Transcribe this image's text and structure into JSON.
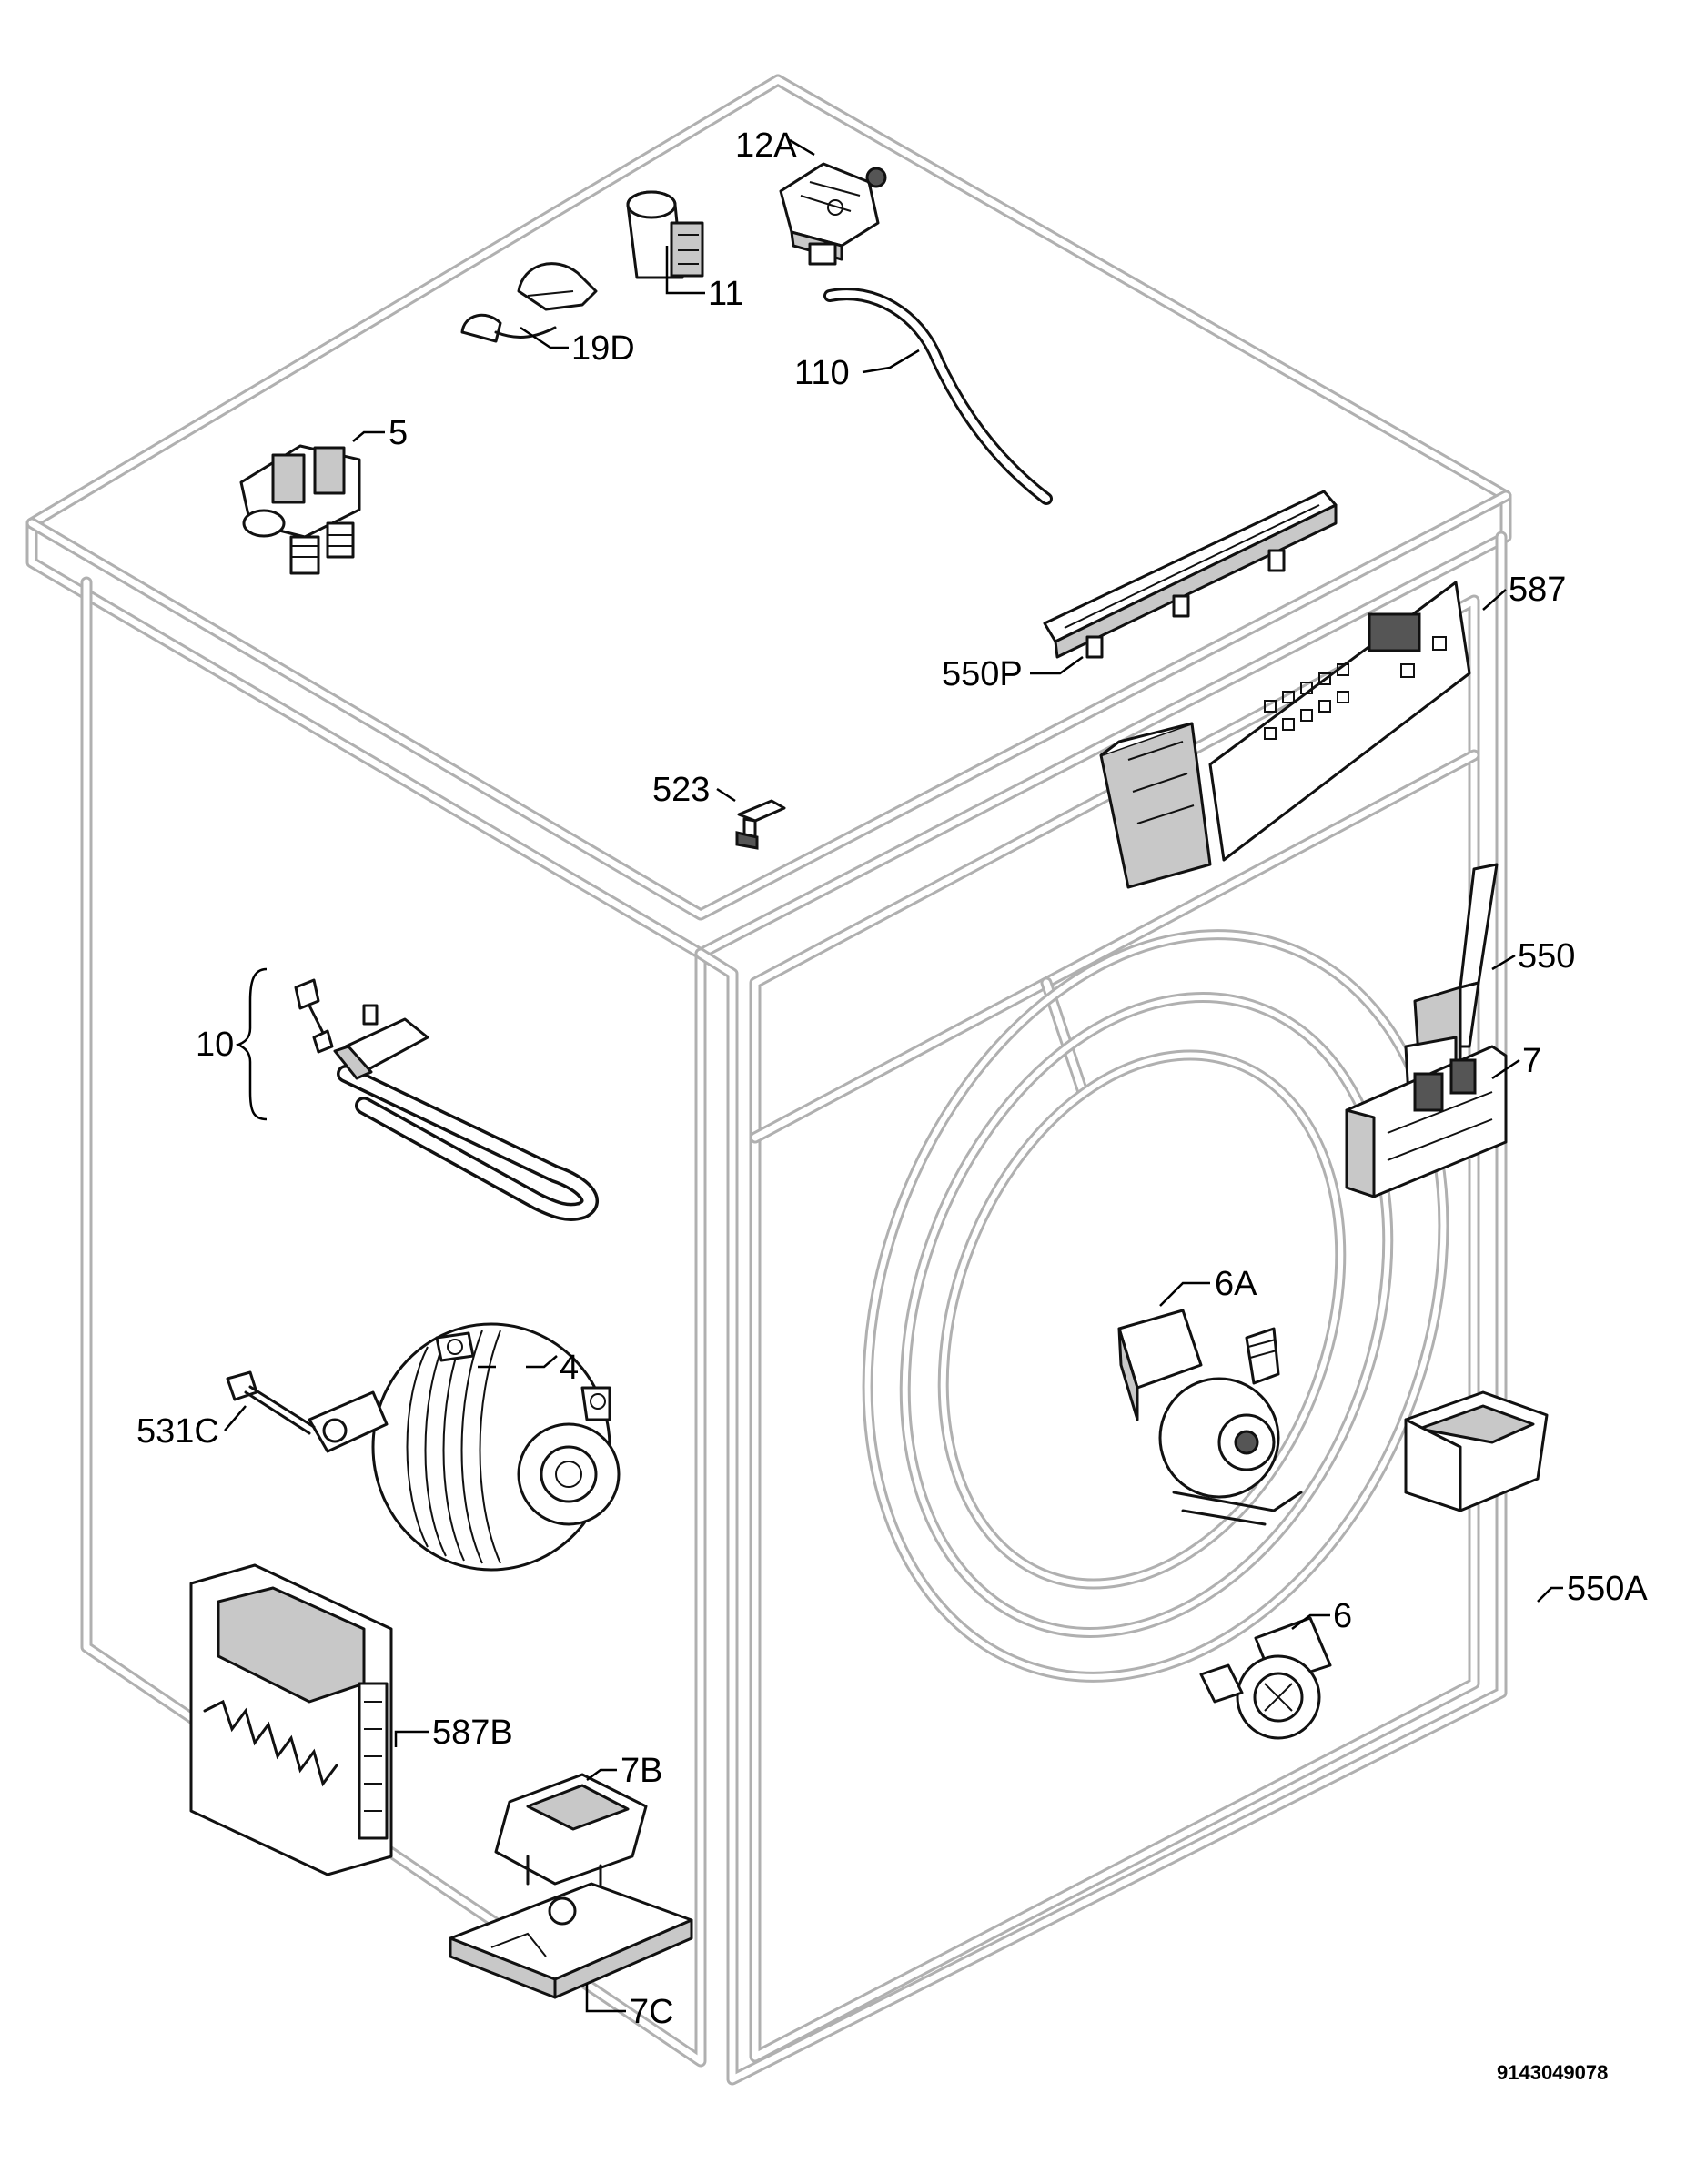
{
  "labels": {
    "p12A": "12A",
    "p11": "11",
    "p19D": "19D",
    "p110": "110",
    "p5": "5",
    "p587": "587",
    "p550P": "550P",
    "p523": "523",
    "p550": "550",
    "p10": "10",
    "p7": "7",
    "p6A": "6A",
    "p4": "4",
    "p531C": "531C",
    "p550A": "550A",
    "p6": "6",
    "p587B": "587B",
    "p7B": "7B",
    "p7C": "7C"
  },
  "reference_number": "9143049078"
}
